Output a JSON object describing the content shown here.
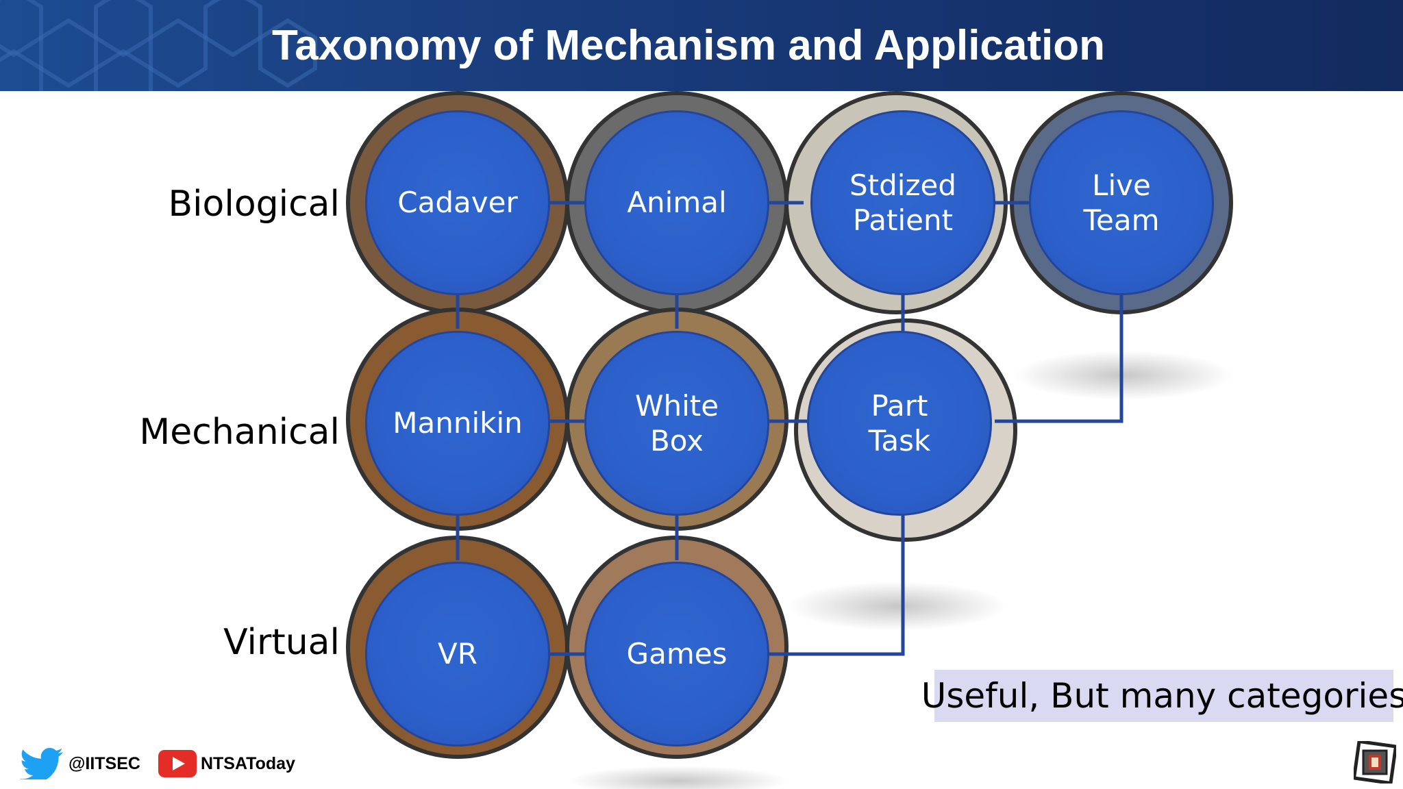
{
  "header": {
    "title": "Taxonomy of Mechanism and Application"
  },
  "row_labels": [
    "Biological",
    "Mechanical",
    "Virtual"
  ],
  "nodes": {
    "cadaver": "Cadaver",
    "animal": "Animal",
    "stdized_patient": "Stdized\nPatient",
    "live_team": "Live\nTeam",
    "mannikin": "Mannikin",
    "white_box": "White\nBox",
    "part_task": "Part\nTask",
    "vr": "VR",
    "games": "Games"
  },
  "callout": "Useful, But many categories",
  "footer": {
    "twitter_handle": "@IITSEC",
    "youtube_channel": "NTSAToday",
    "twitter_icon": "twitter-bird-icon",
    "youtube_icon": "youtube-play-icon"
  },
  "colors": {
    "header_bg": "#1a3f80",
    "node_fill": "#2f66cf",
    "connector": "#24469a",
    "callout_bg": "#d9d9f2"
  }
}
